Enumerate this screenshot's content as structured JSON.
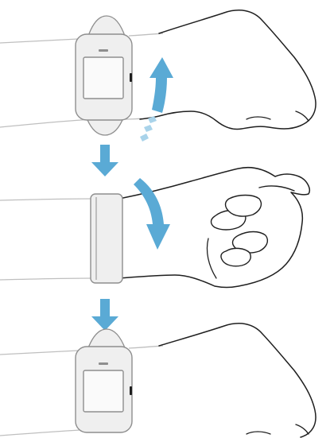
{
  "diagram": {
    "panels": [
      {
        "name": "watch-face-up"
      },
      {
        "name": "wrist-rotated-side"
      },
      {
        "name": "watch-face-up-return"
      }
    ],
    "colors": {
      "arrow": "#5aaad5",
      "arrow_light": "#a9d3ea",
      "outline": "#1f1f1f",
      "watch_outline": "#8e8e8e",
      "watch_fill": "#efefef",
      "screen_fill": "#fafafa",
      "guide_line": "#bfbfbf"
    },
    "icons": [
      "curved-up-arrow-icon",
      "curved-down-arrow-icon",
      "down-arrow-icon"
    ]
  }
}
